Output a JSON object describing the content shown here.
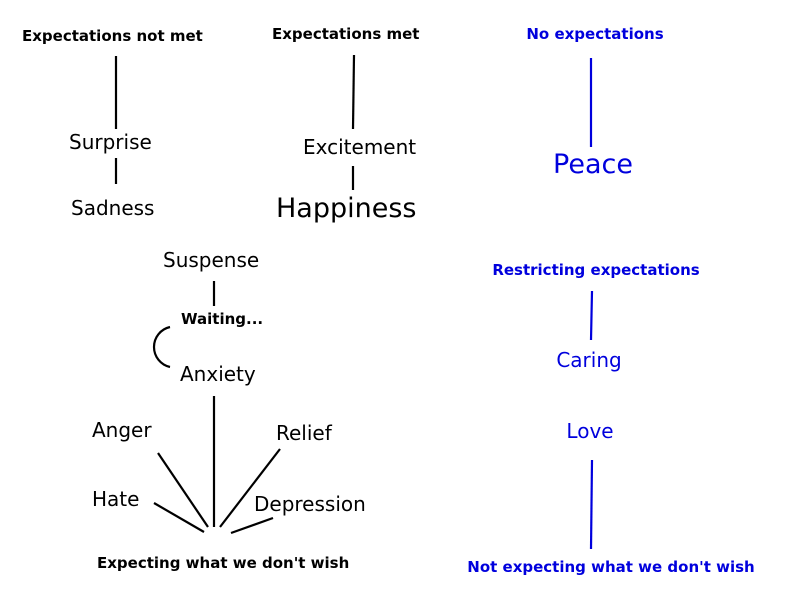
{
  "colors": {
    "black": "#000000",
    "blue": "#0000dd"
  },
  "left_column": {
    "header": "Expectations not met",
    "first": "Surprise",
    "second": "Sadness"
  },
  "middle_column": {
    "header": "Expectations met",
    "first": "Excitement",
    "second": "Happiness"
  },
  "right_column": {
    "header": "No expectations",
    "result": "Peace"
  },
  "waiting_branch": {
    "top": "Suspense",
    "loop_label": "Waiting...",
    "bottom": "Anxiety"
  },
  "fan_branch": {
    "outcomes": [
      "Anger",
      "Relief",
      "Hate",
      "Depression"
    ],
    "footer": "Expecting what we don't wish"
  },
  "restricting_branch": {
    "header": "Restricting expectations",
    "first": "Caring",
    "second": "Love",
    "footer": "Not expecting what we don't wish"
  }
}
